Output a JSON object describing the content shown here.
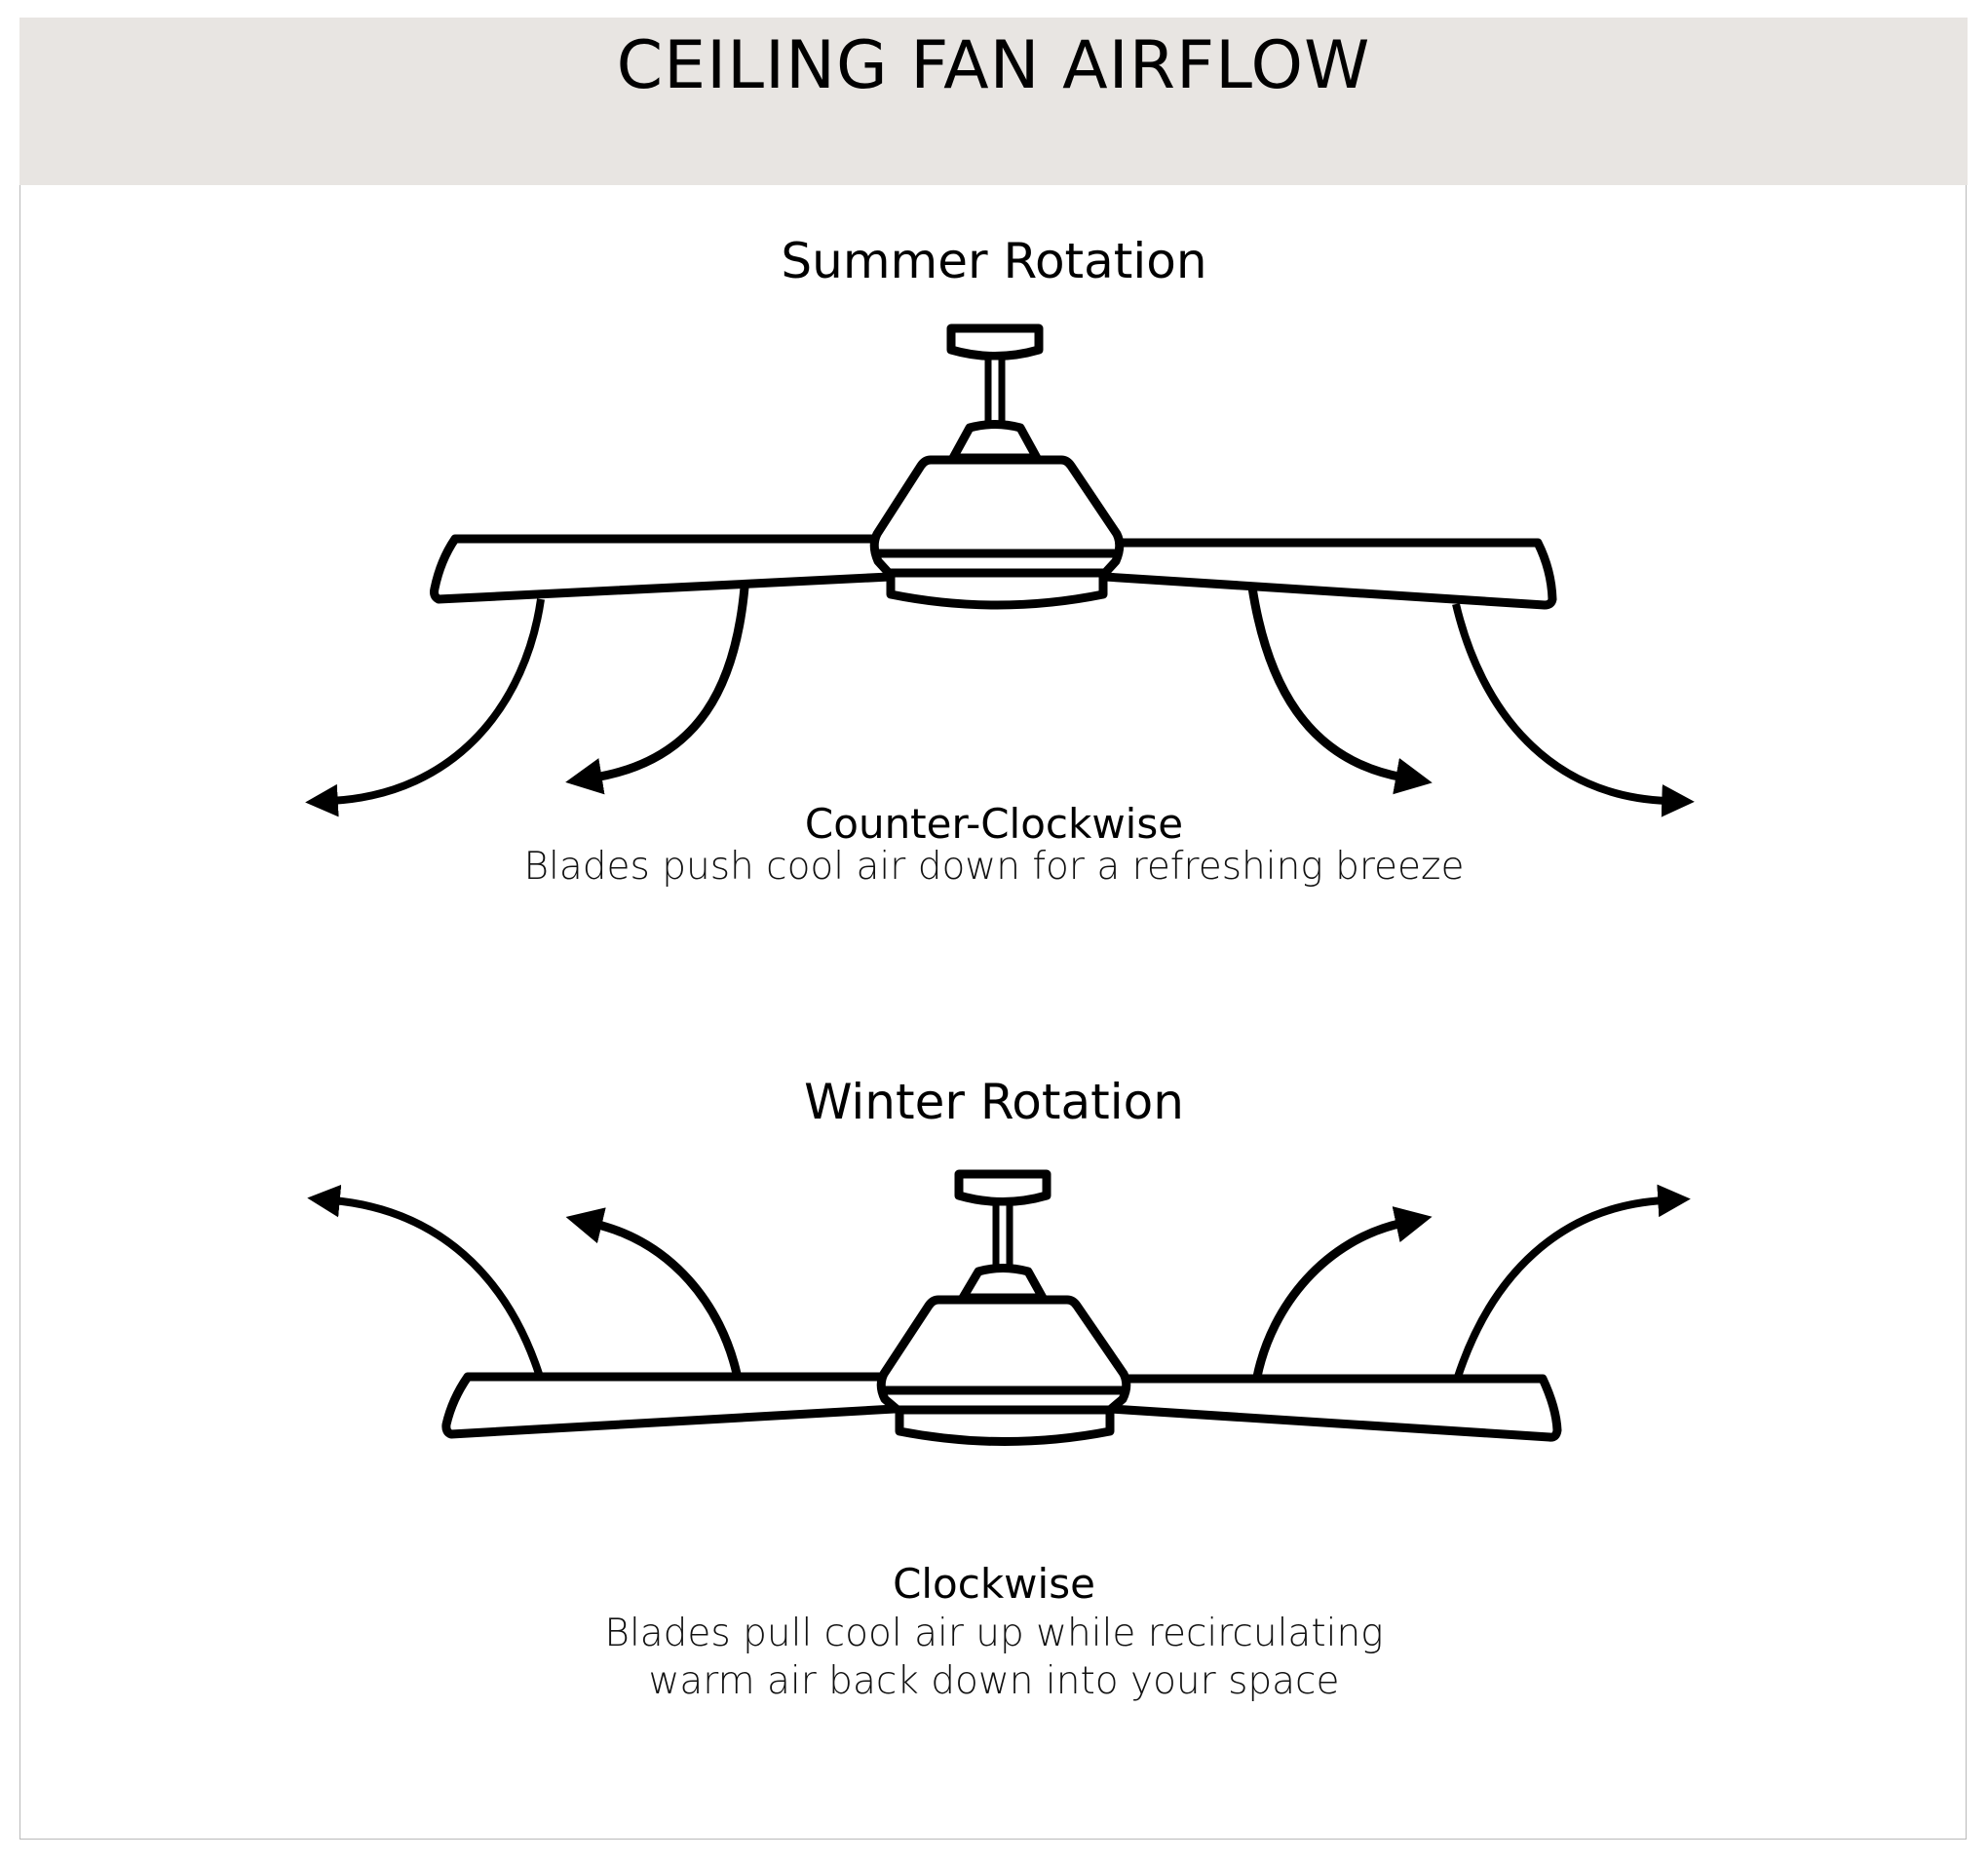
{
  "header": {
    "title": "CEILING FAN AIRFLOW",
    "background_color": "#e8e5e2"
  },
  "summer": {
    "heading": "Summer Rotation",
    "direction": "Counter-Clockwise",
    "description": "Blades push cool air down for a refreshing breeze",
    "airflow": "down",
    "arrow_count": 4
  },
  "winter": {
    "heading": "Winter Rotation",
    "direction": "Clockwise",
    "description_line1": "Blades pull cool air up while recirculating",
    "description_line2": "warm air back down into your space",
    "airflow": "up",
    "arrow_count": 4
  },
  "colors": {
    "line": "#000000",
    "border": "#b9b9b9",
    "background": "#ffffff"
  }
}
